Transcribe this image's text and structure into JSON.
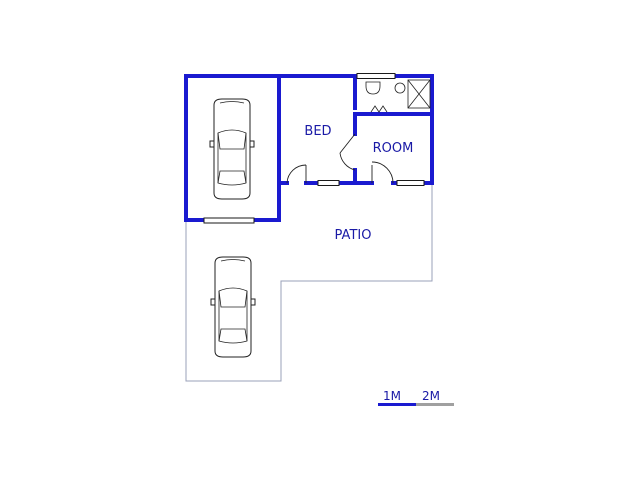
{
  "rooms": {
    "bed": "BED",
    "room": "ROOM",
    "patio": "PATIO"
  },
  "scale": {
    "label_1": "1M",
    "label_2": "2M"
  },
  "colors": {
    "wall": "#1a1ad0",
    "label": "#1a1aa6",
    "outline": "#9aa0b8",
    "scale_grey": "#a0a0a0"
  }
}
